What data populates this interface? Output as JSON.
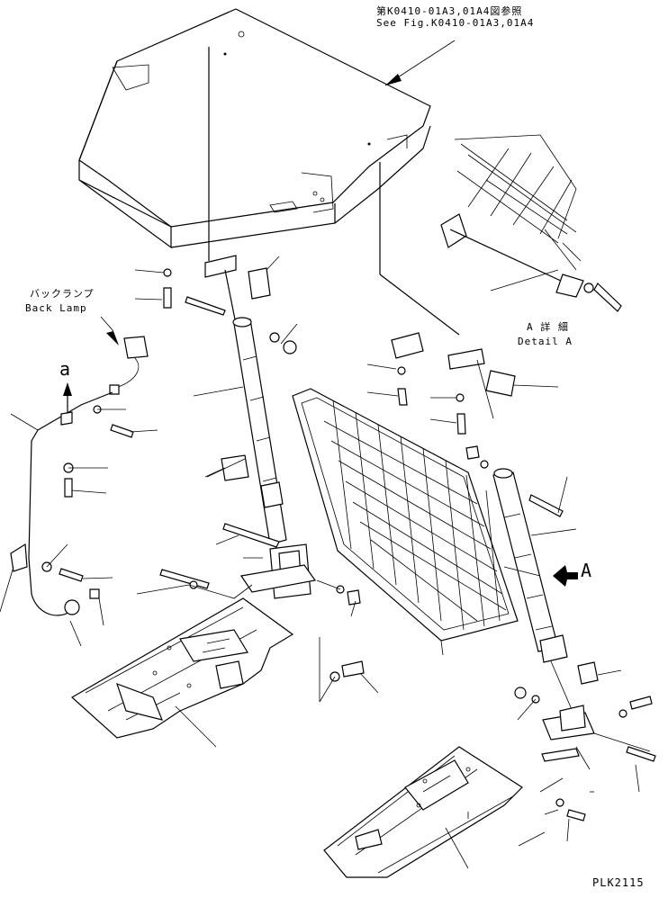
{
  "labels": {
    "ref_jp": "第K0410-01A3,01A4図参照",
    "ref_en": "See Fig.K0410-01A3,01A4",
    "back_lamp_jp": "バックランプ",
    "back_lamp_en": "Back Lamp",
    "detail_jp": "A 詳 細",
    "detail_en": "Detail A",
    "arrow_a_lower": "a",
    "arrow_A_upper": "A",
    "drawing_no": "PLK2115"
  },
  "colors": {
    "line": "#000000",
    "background": "#ffffff"
  }
}
